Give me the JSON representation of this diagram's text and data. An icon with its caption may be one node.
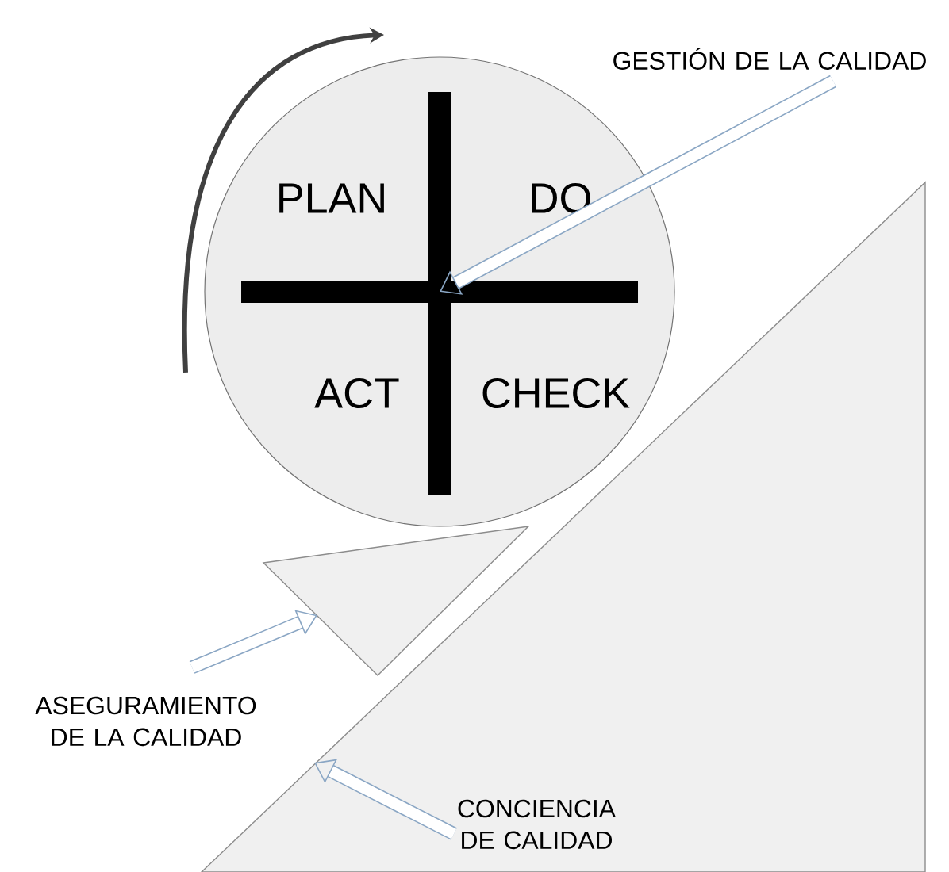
{
  "diagram": {
    "nodes": [
      {
        "text": [
          "PLAN",
          "DO",
          "ACT",
          "CHECK"
        ]
      },
      {
        "text": [
          "GESTIÓN DE LA CALIDAD"
        ]
      },
      {
        "text": [],
        "shape": "triangle"
      },
      {
        "text": [],
        "shape": "triangle"
      },
      {
        "text": [
          "ASEGURAMIENTO DE LA CALIDAD"
        ]
      },
      {
        "text": [
          "CONCIENCIA DE CALIDAD"
        ],
        "in": 2
      }
    ],
    "edges": [
      {
        "from": 1,
        "to": 0,
        "arrow": "to"
      },
      {
        "from": 4,
        "to": 3,
        "arrow": "to"
      },
      {
        "from": 5,
        "to": 2,
        "arrow": "to"
      }
    ]
  }
}
